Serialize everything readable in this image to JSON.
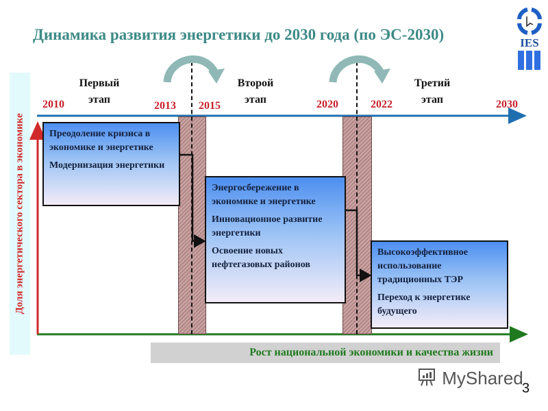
{
  "title": "Динамика развития энергетики до 2030 года (по ЭС-2030)",
  "logo": {
    "text": "IES",
    "icon": "ies-logo-icon"
  },
  "y_axis_label": "Доля энергетического сектора в экономике",
  "stages": [
    {
      "line1": "Первый",
      "line2": "этап"
    },
    {
      "line1": "Второй",
      "line2": "этап"
    },
    {
      "line1": "Третий",
      "line2": "этап"
    }
  ],
  "years": [
    "2010",
    "2013",
    "2015",
    "2020",
    "2022",
    "2030"
  ],
  "boxes": [
    {
      "items": [
        "Преодоление кризиса в экономике и энергетике",
        "Модернизация энергетики"
      ]
    },
    {
      "items": [
        "Энергосбережение в экономике и энергетике",
        "Инновационное развитие энергетики",
        "Освоение новых нефтегазовых районов"
      ]
    },
    {
      "items": [
        "Высокоэффективное использование традиционных ТЭР",
        "Переход к энергетике будущего"
      ]
    }
  ],
  "x_axis_label": "Рост национальной экономики и качества жизни",
  "colors": {
    "title": "#3d8a86",
    "year": "#c8202a",
    "top_axis": "#1f6fb0",
    "bottom_axis": "#1f7a1f",
    "y_axis": "#d12a2a",
    "transition_arrow": "#8fb8b6"
  },
  "watermark": "MyShared",
  "page_number": "3"
}
